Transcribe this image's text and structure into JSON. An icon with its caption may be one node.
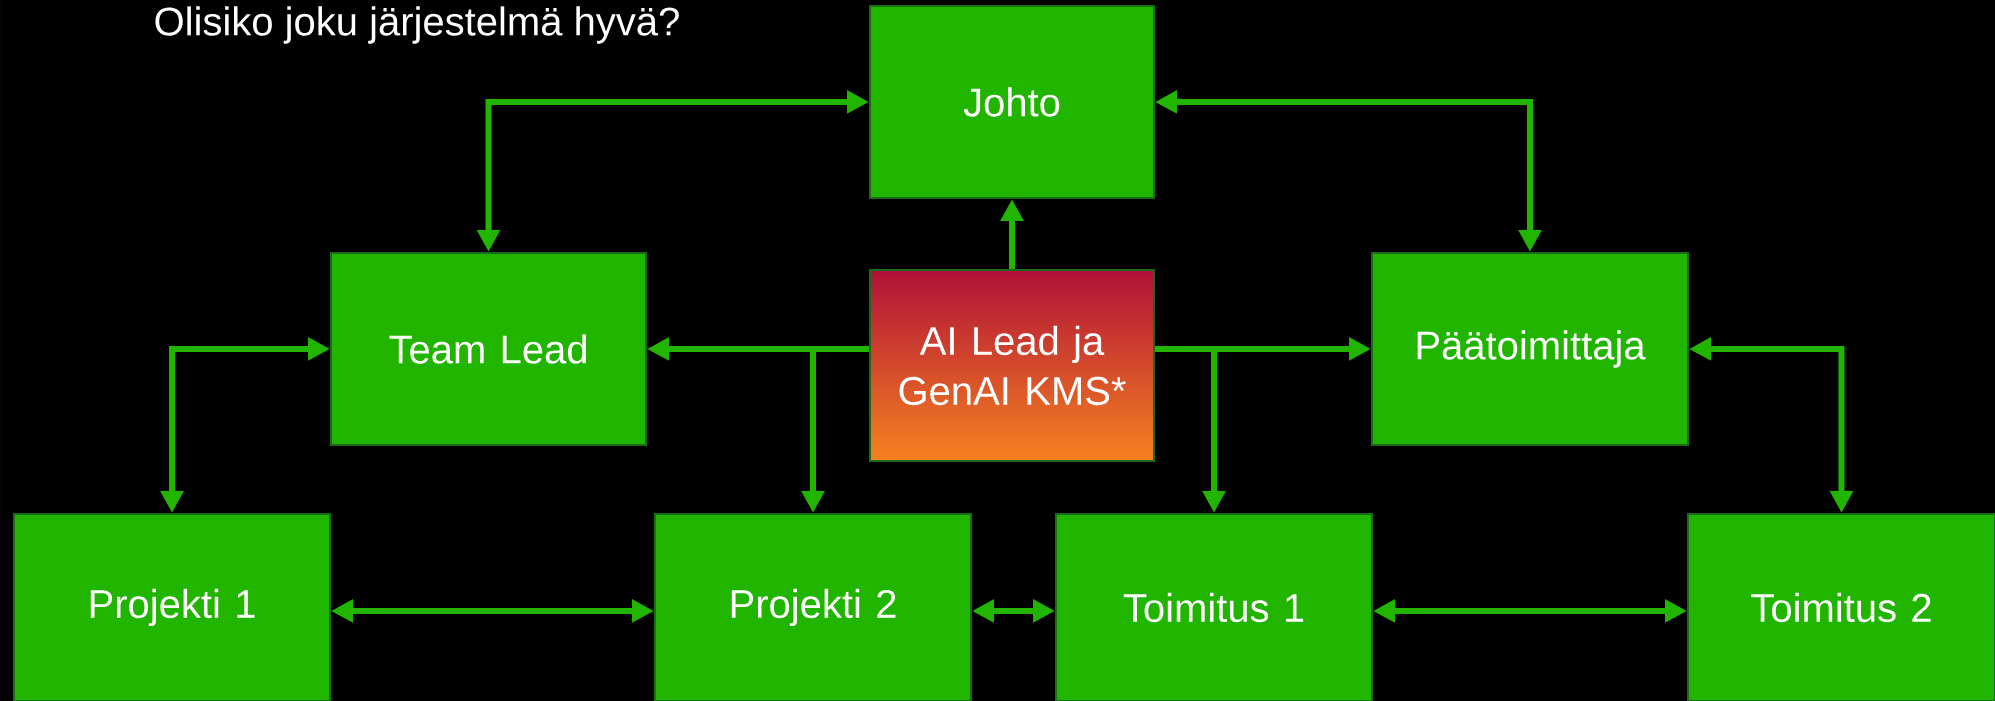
{
  "diagram": {
    "title": "Olisiko joku järjestelmä hyvä?",
    "nodes": [
      {
        "text": [
          "Johto"
        ]
      },
      {
        "text": [
          "Team Lead"
        ]
      },
      {
        "text": [
          "AI Lead ja GenAI KMS*"
        ]
      },
      {
        "text": [
          "Päätoimittaja"
        ]
      },
      {
        "text": [
          "Projekti 1"
        ]
      },
      {
        "text": [
          "Projekti 2"
        ]
      },
      {
        "text": [
          "Toimitus 1"
        ]
      },
      {
        "text": [
          "Toimitus 2"
        ]
      }
    ],
    "edges": [
      {
        "from": 0,
        "to": 1,
        "arrow": "both"
      },
      {
        "from": 0,
        "to": 3,
        "arrow": "both"
      },
      {
        "from": 2,
        "to": 0,
        "arrow": "to"
      },
      {
        "from": 2,
        "to": 1,
        "arrow": "to"
      },
      {
        "from": 2,
        "to": 5,
        "arrow": "to"
      },
      {
        "from": 2,
        "to": 3,
        "arrow": "to"
      },
      {
        "from": 2,
        "to": 6,
        "arrow": "to"
      },
      {
        "from": 1,
        "to": 4,
        "arrow": "both"
      },
      {
        "from": 3,
        "to": 7,
        "arrow": "both"
      },
      {
        "from": 4,
        "to": 5,
        "arrow": "both"
      },
      {
        "from": 5,
        "to": 6,
        "arrow": "both"
      },
      {
        "from": 6,
        "to": 7,
        "arrow": "both"
      }
    ]
  }
}
